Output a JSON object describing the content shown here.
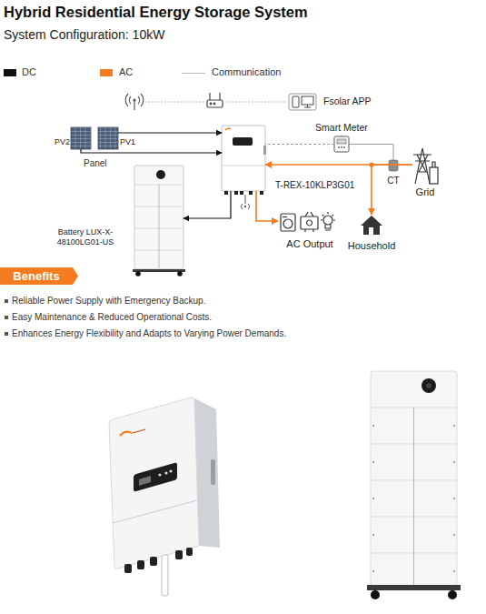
{
  "diagram": {
    "title": "Hybrid Residential Energy Storage System",
    "nodes": [
      {
        "text": [
          "PV2"
        ]
      },
      {
        "text": [
          "PV1"
        ]
      },
      {
        "text": [
          "Fsolar APP"
        ]
      },
      {
        "text": [
          "T-REX-10KLP3G01"
        ]
      },
      {
        "text": [
          "Smart Meter"
        ]
      },
      {
        "text": [
          "CT"
        ]
      },
      {
        "text": [
          "Grid"
        ]
      },
      {
        "text": [
          "Battery LUX-X-48100LG01-US"
        ]
      },
      {
        "text": [
          "AC Output"
        ]
      },
      {
        "text": [
          "Household"
        ]
      },
      {
        "text": [
          "Benefits"
        ]
      }
    ],
    "edges": [
      {
        "from": 0,
        "to": 3,
        "arrow": "to"
      },
      {
        "from": 1,
        "to": 3,
        "arrow": "to"
      },
      {
        "from": 3,
        "to": 7,
        "arrow": "to"
      },
      {
        "from": 6,
        "to": 3,
        "arrow": "to"
      },
      {
        "from": 6,
        "to": 9,
        "arrow": "to"
      },
      {
        "from": 3,
        "to": 8,
        "arrow": "to"
      },
      {
        "from": 4,
        "to": 3,
        "arrow": "none"
      },
      {
        "from": 4,
        "to": 5,
        "arrow": "none"
      }
    ],
    "labels": [
      "System Configuration: 10kW",
      "Panel",
      "Reliable Power Supply with Emergency Backup.",
      "Easy Maintenance & Reduced Operational Costs.",
      "Enhances Energy Flexibility and Adapts to Varying Power Demands."
    ],
    "legend": [
      {
        "text": "DC",
        "color": "#111111"
      },
      {
        "text": "AC",
        "color": "#f47b20"
      },
      {
        "text": "Communication"
      }
    ]
  }
}
